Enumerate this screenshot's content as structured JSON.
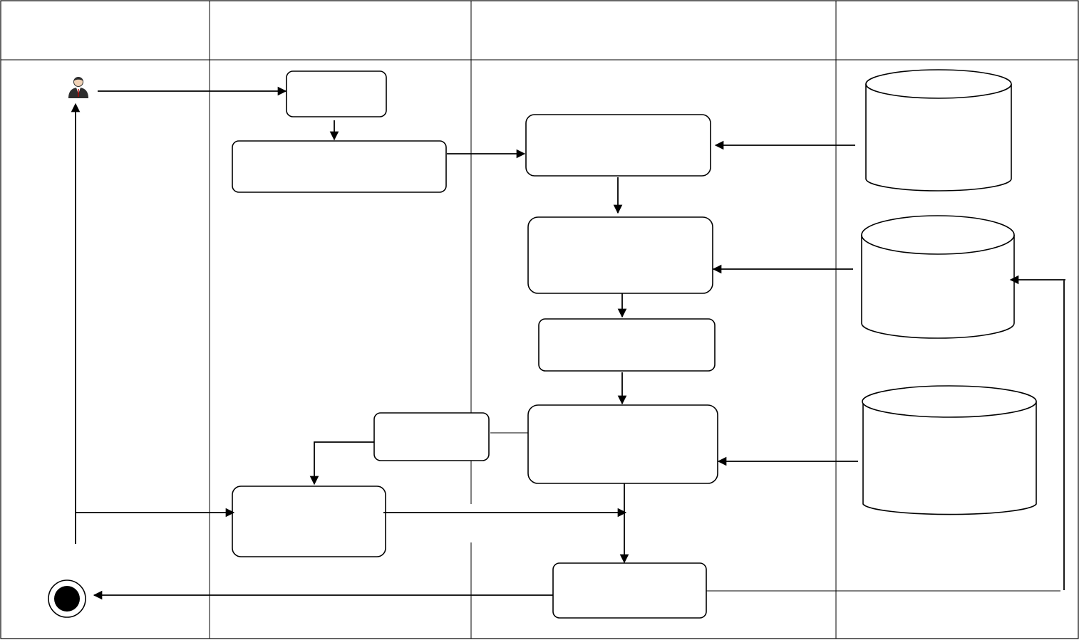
{
  "diagram": {
    "type": "activity-swimlane",
    "lanes": [
      {
        "id": "lane-1",
        "header": ""
      },
      {
        "id": "lane-2",
        "header": ""
      },
      {
        "id": "lane-3",
        "header": ""
      },
      {
        "id": "lane-4",
        "header": ""
      }
    ],
    "nodes": [
      {
        "id": "actor",
        "kind": "actor-icon",
        "label": ""
      },
      {
        "id": "step-1",
        "kind": "process",
        "label": ""
      },
      {
        "id": "step-2",
        "kind": "process",
        "label": ""
      },
      {
        "id": "step-3",
        "kind": "process",
        "label": ""
      },
      {
        "id": "step-4",
        "kind": "process",
        "label": ""
      },
      {
        "id": "step-5",
        "kind": "process",
        "label": ""
      },
      {
        "id": "step-6",
        "kind": "process",
        "label": ""
      },
      {
        "id": "step-7",
        "kind": "process",
        "label": ""
      },
      {
        "id": "step-8",
        "kind": "process",
        "label": ""
      },
      {
        "id": "step-9",
        "kind": "process",
        "label": ""
      },
      {
        "id": "db-1",
        "kind": "datastore",
        "label": ""
      },
      {
        "id": "db-2",
        "kind": "datastore",
        "label": ""
      },
      {
        "id": "db-3",
        "kind": "datastore",
        "label": ""
      },
      {
        "id": "end",
        "kind": "final-node",
        "label": ""
      }
    ],
    "edges": [
      {
        "from": "actor",
        "to": "step-1"
      },
      {
        "from": "step-1",
        "to": "step-2"
      },
      {
        "from": "step-2",
        "to": "step-3"
      },
      {
        "from": "db-1",
        "to": "step-3"
      },
      {
        "from": "step-3",
        "to": "step-4"
      },
      {
        "from": "db-2",
        "to": "step-4"
      },
      {
        "from": "step-4",
        "to": "step-5"
      },
      {
        "from": "step-5",
        "to": "step-6"
      },
      {
        "from": "db-3",
        "to": "step-6"
      },
      {
        "from": "step-6",
        "to": "step-7"
      },
      {
        "from": "step-7",
        "to": "step-8"
      },
      {
        "from": "step-8",
        "to": "step-6"
      },
      {
        "from": "actor",
        "to": "step-8"
      },
      {
        "from": "step-6",
        "to": "step-9"
      },
      {
        "from": "step-9",
        "to": "end"
      },
      {
        "from": "step-9",
        "to": "db-2"
      }
    ]
  }
}
